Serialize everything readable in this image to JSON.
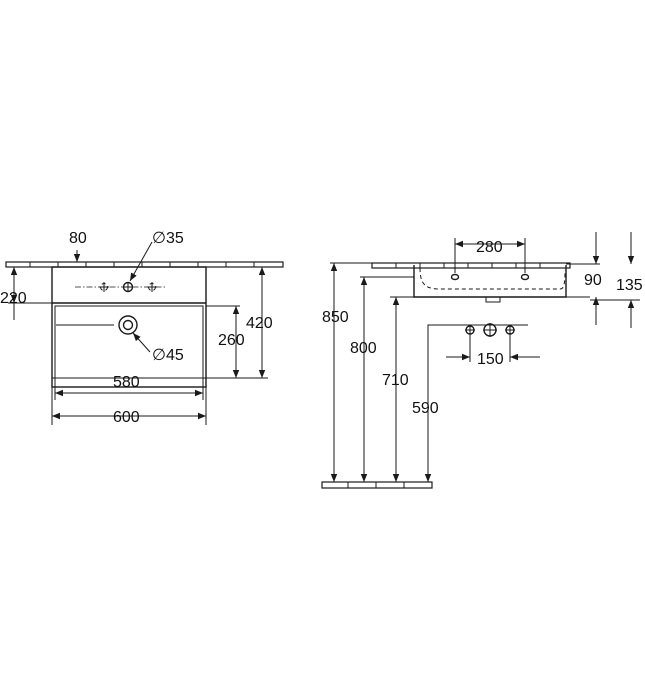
{
  "drawing": {
    "dimensions": {
      "hole_offset": "80",
      "hole_diameter": "∅35",
      "depth_to_wall": "220",
      "depth_total": "420",
      "inner_depth": "260",
      "drain_diameter": "∅45",
      "inner_width": "580",
      "outer_width": "600",
      "height_top": "850",
      "height_rim": "800",
      "height_bottom": "710",
      "height_trap": "590",
      "hole_spacing": "280",
      "bowl_height": "90",
      "total_height": "135",
      "tap_spacing": "150"
    }
  }
}
